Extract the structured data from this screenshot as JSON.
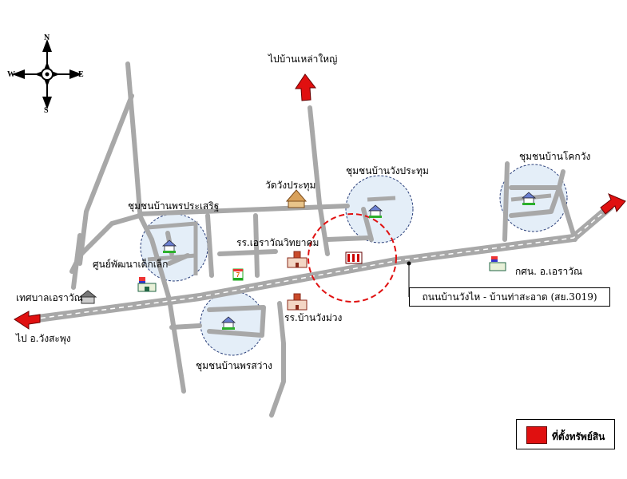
{
  "compass": {
    "n": "N",
    "s": "S",
    "e": "E",
    "w": "W"
  },
  "destinations": {
    "north": "ไปบ้านเหล่าใหญ่",
    "west": "ไป อ.วังสะพุง"
  },
  "communities": [
    "ชุมชนบ้านพรประเสริฐ",
    "ชุมชนบ้านวังประทุม",
    "ชุมชนบ้านโคกวัง",
    "ชุมชนบ้านพรสว่าง"
  ],
  "places": {
    "temple": "วัดวังประทุม",
    "school_1": "รร.เอราวัณวิทยาคม",
    "school_2": "รร.บ้านวังม่วง",
    "child_center": "ศูนย์พัฒนาเด็กเล็ก",
    "municipality": "เทศบาลเอราวัณ",
    "police": "กศน. อ.เอราวัณ"
  },
  "road_name": "ถนนบ้านวังไห - บ้านท่าสะอาด (สย.3019)",
  "legend": {
    "label": "ที่ตั้งทรัพย์สิน",
    "color": "#e01010"
  },
  "icons": {
    "store": "7"
  }
}
